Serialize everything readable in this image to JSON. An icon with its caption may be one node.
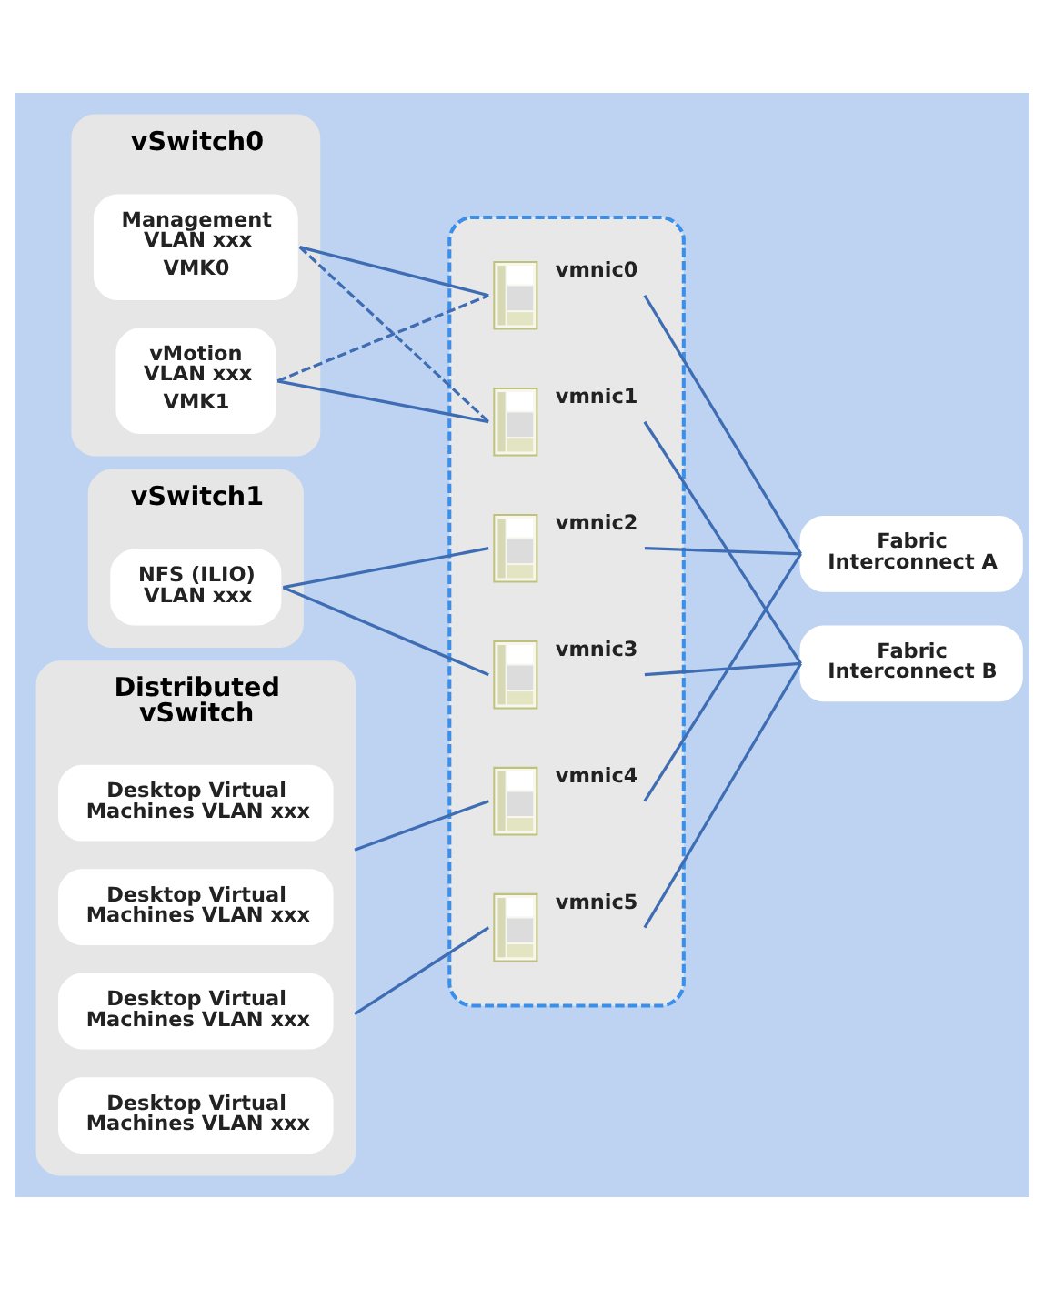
{
  "diagram": {
    "nodes": [
      {
        "text": [
          "vSwitch0"
        ]
      },
      {
        "text": [
          "Management VLAN xxx",
          "VMK0"
        ],
        "in": 0
      },
      {
        "text": [
          "vMotion VLAN xxx",
          "VMK1"
        ],
        "in": 0
      },
      {
        "text": [
          "vSwitch1"
        ]
      },
      {
        "text": [
          "NFS (ILIO) VLAN xxx"
        ],
        "in": 3
      },
      {
        "text": [
          "Distributed vSwitch"
        ]
      },
      {
        "text": [
          "Desktop Virtual Machines VLAN xxx"
        ],
        "in": 5
      },
      {
        "text": [
          "Desktop Virtual Machines VLAN xxx"
        ],
        "in": 5
      },
      {
        "text": [
          "Desktop Virtual Machines VLAN xxx"
        ],
        "in": 5
      },
      {
        "text": [
          "Desktop Virtual Machines VLAN xxx"
        ],
        "in": 5
      },
      {
        "text": [],
        "shape": "box"
      },
      {
        "text": [],
        "shape": "picture",
        "beside": [
          "vmnic0"
        ],
        "in": 10
      },
      {
        "text": [],
        "shape": "picture",
        "beside": [
          "vmnic1"
        ],
        "in": 10
      },
      {
        "text": [],
        "shape": "picture",
        "beside": [
          "vmnic2"
        ],
        "in": 10
      },
      {
        "text": [],
        "shape": "picture",
        "beside": [
          "vmnic3"
        ],
        "in": 10
      },
      {
        "text": [],
        "shape": "picture",
        "beside": [
          "vmnic4"
        ],
        "in": 10
      },
      {
        "text": [],
        "shape": "picture",
        "beside": [
          "vmnic5"
        ],
        "in": 10
      },
      {
        "text": [
          "Fabric Interconnect A"
        ]
      },
      {
        "text": [
          "Fabric Interconnect B"
        ]
      }
    ],
    "edges": [
      {
        "from": 1,
        "to": 11,
        "arrow": "none"
      },
      {
        "from": 1,
        "to": 12,
        "arrow": "none",
        "style": "dashed"
      },
      {
        "from": 2,
        "to": 11,
        "arrow": "none",
        "style": "dashed"
      },
      {
        "from": 2,
        "to": 12,
        "arrow": "none"
      },
      {
        "from": 4,
        "to": 13,
        "arrow": "none"
      },
      {
        "from": 4,
        "to": 14,
        "arrow": "none"
      },
      {
        "from": 5,
        "to": 15,
        "arrow": "none"
      },
      {
        "from": 5,
        "to": 16,
        "arrow": "none"
      },
      {
        "from": 11,
        "to": 17,
        "arrow": "none"
      },
      {
        "from": 12,
        "to": 18,
        "arrow": "none"
      },
      {
        "from": 13,
        "to": 17,
        "arrow": "none"
      },
      {
        "from": 14,
        "to": 18,
        "arrow": "none"
      },
      {
        "from": 15,
        "to": 17,
        "arrow": "none"
      },
      {
        "from": 16,
        "to": 18,
        "arrow": "none"
      }
    ]
  }
}
